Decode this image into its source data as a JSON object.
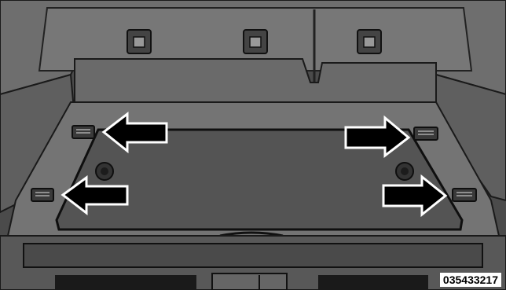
{
  "figure": {
    "image_code": "035433217",
    "arrows": [
      "left",
      "left",
      "right",
      "right"
    ]
  }
}
